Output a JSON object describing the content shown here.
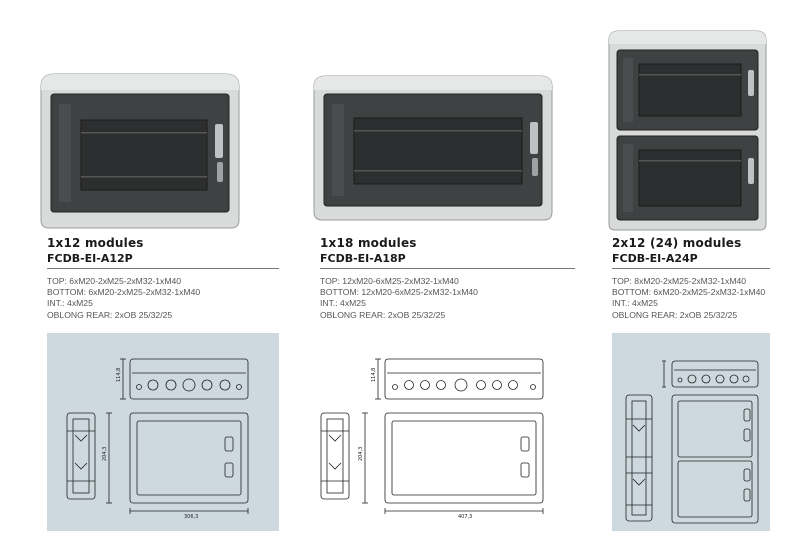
{
  "products": [
    {
      "title": "1x12 modules",
      "code": "FCDB-EI-A12P",
      "specs": [
        "TOP: 6xM20-2xM25-2xM32-1xM40",
        "BOTTOM: 6xM20-2xM25-2xM32-1xM40",
        "INT.: 4xM25",
        "OBLONG REAR: 2xOB 25/32/25"
      ],
      "dims": {
        "height": "114,8",
        "width": "306,3",
        "depth": "204,3"
      }
    },
    {
      "title": "1x18 modules",
      "code": "FCDB-EI-A18P",
      "specs": [
        "TOP: 12xM20-6xM25-2xM32-1xM40",
        "BOTTOM: 12xM20-6xM25-2xM32-1xM40",
        "INT.: 4xM25",
        "OBLONG REAR: 2xOB 25/32/25"
      ],
      "dims": {
        "height": "114,8",
        "width": "407,3",
        "depth": "204,3"
      }
    },
    {
      "title": "2x12 (24) modules",
      "code": "FCDB-EI-A24P",
      "specs": [
        "TOP: 8xM20-2xM25-2xM32-1xM40",
        "BOTTOM: 6xM20-2xM25-2xM32-1xM40",
        "INT.: 4xM25",
        "OBLONG REAR: 2xOB 25/32/25"
      ],
      "dims": {
        "height": "",
        "width": "",
        "depth": ""
      }
    }
  ],
  "colors": {
    "drawing_bg": "#cdd8df",
    "enclosure_grey": "#d6d8d8",
    "door_smoke": "#3b3b3b"
  }
}
